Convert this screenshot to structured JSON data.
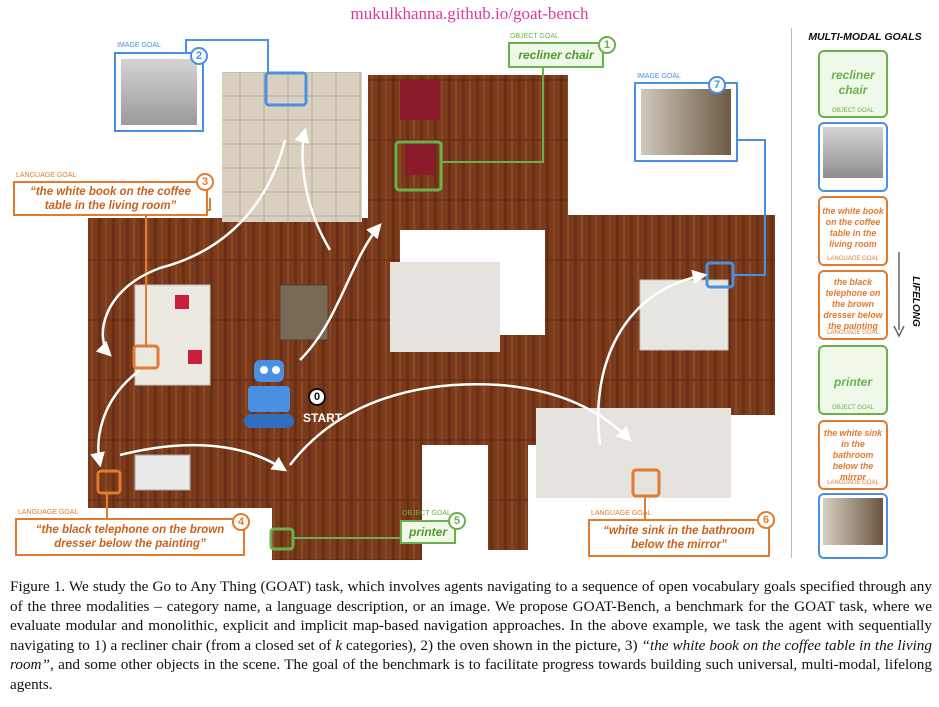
{
  "header": {
    "url": "mukulkhanna.github.io/goat-bench"
  },
  "goals": {
    "g1": {
      "num": "1",
      "type": "OBJECT GOAL",
      "text": "recliner chair"
    },
    "g2": {
      "num": "2",
      "type": "IMAGE GOAL"
    },
    "g3": {
      "num": "3",
      "type": "LANGUAGE GOAL",
      "text": "“the white book on the coffee table in the living room”"
    },
    "g4": {
      "num": "4",
      "type": "LANGUAGE GOAL",
      "text": "“the black telephone on the brown dresser below the painting”"
    },
    "g5": {
      "num": "5",
      "type": "OBJECT GOAL",
      "text": "printer"
    },
    "g6": {
      "num": "6",
      "type": "LANGUAGE GOAL",
      "text": "“white sink in the bathroom below the mirror”"
    },
    "g7": {
      "num": "7",
      "type": "IMAGE GOAL"
    }
  },
  "start": {
    "num": "0",
    "label": "START"
  },
  "sidebar": {
    "title": "MULTI-MODAL GOALS",
    "lifelong": "LIFELONG",
    "cards": [
      {
        "kind": "object",
        "text": "recliner chair",
        "sub": "OBJECT GOAL"
      },
      {
        "kind": "image",
        "sub": "IMAGE GOAL"
      },
      {
        "kind": "language",
        "text": "the white book on the coffee table in the living room",
        "sub": "LANGUAGE GOAL"
      },
      {
        "kind": "language",
        "text": "the black telephone on the brown dresser below the painting",
        "sub": "LANGUAGE GOAL"
      },
      {
        "kind": "object",
        "text": "printer",
        "sub": "OBJECT GOAL"
      },
      {
        "kind": "language",
        "text": "the white sink in the bathroom below the mirror",
        "sub": "LANGUAGE GOAL"
      },
      {
        "kind": "image",
        "sub": "IMAGE GOAL"
      }
    ]
  },
  "caption": {
    "p1": "Figure 1. We study the Go to Any Thing (GOAT) task, which involves agents navigating to a sequence of open vocabulary goals specified through any of the three modalities – category name, a language description, or an image. We propose GOAT-Bench, a benchmark for the GOAT task, where we evaluate modular and monolithic, explicit and implicit map-based navigation approaches. In the above example, we task the agent with sequentially navigating to 1) a recliner chair (from a closed set of ",
    "k": "k",
    "p2": " categories), 2) the oven shown in the picture, 3) ",
    "quote": "“the white book on the coffee table in the living room”",
    "p3": ", and some other objects in the scene. The goal of the benchmark is to facilitate progress towards building such universal, multi-modal, lifelong agents."
  },
  "colors": {
    "language": "#e07b2f",
    "object": "#6ab04c",
    "image": "#4a90e2",
    "url": "#e0399a",
    "floor": "#7a3a1c"
  }
}
